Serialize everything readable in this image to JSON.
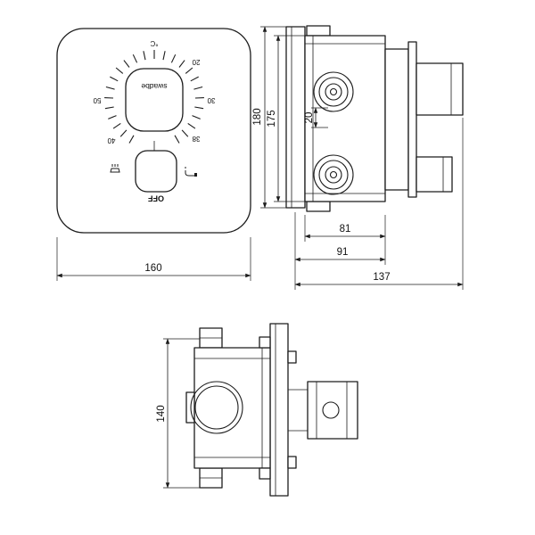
{
  "page": {
    "background": "#ffffff",
    "line_color": "#1c1c1c"
  },
  "front_view": {
    "brand_label": "swadbe",
    "off_label": "OFF",
    "dim_width": "160",
    "dial_ticks": {
      "c_mark": "°C",
      "t20": "20",
      "t30": "30",
      "t38": "38",
      "t40": "40",
      "t50": "50"
    }
  },
  "side_view": {
    "dim_total_height": "180",
    "dim_body_height": "175",
    "dim_port_offset": "20",
    "dim_depth_body": "81",
    "dim_depth_mid": "91",
    "dim_depth_total": "137"
  },
  "bottom_view": {
    "dim_height": "140"
  }
}
